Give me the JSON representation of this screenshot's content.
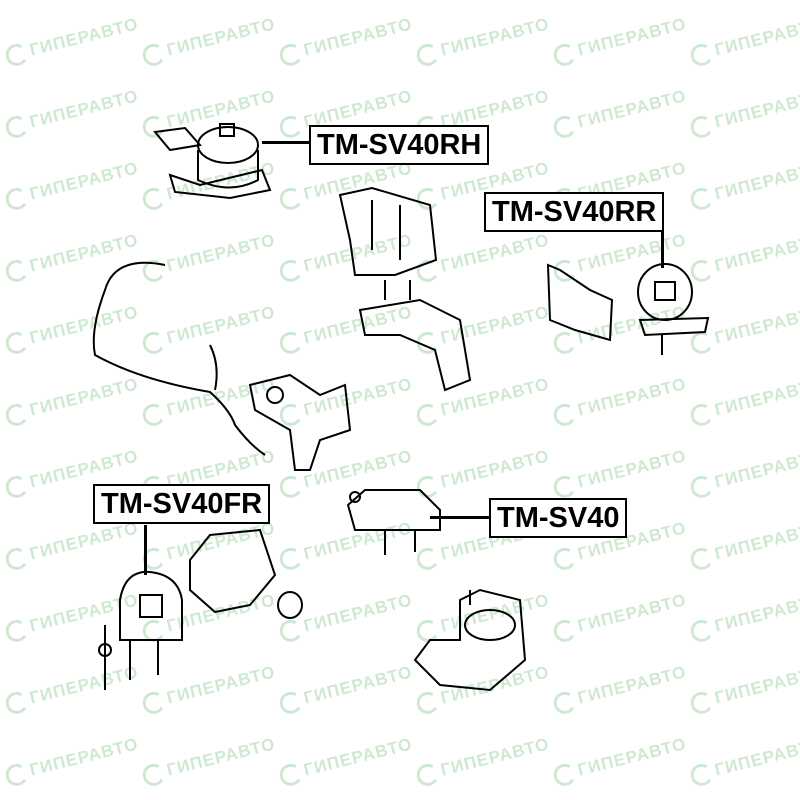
{
  "watermark": "ГИПЕРАВТО",
  "labels": {
    "rh": "TM-SV40RH",
    "rr": "TM-SV40RR",
    "fr": "TM-SV40FR",
    "center": "TM-SV40"
  },
  "colors": {
    "watermark": "#cfe8d2",
    "line": "#000000"
  }
}
